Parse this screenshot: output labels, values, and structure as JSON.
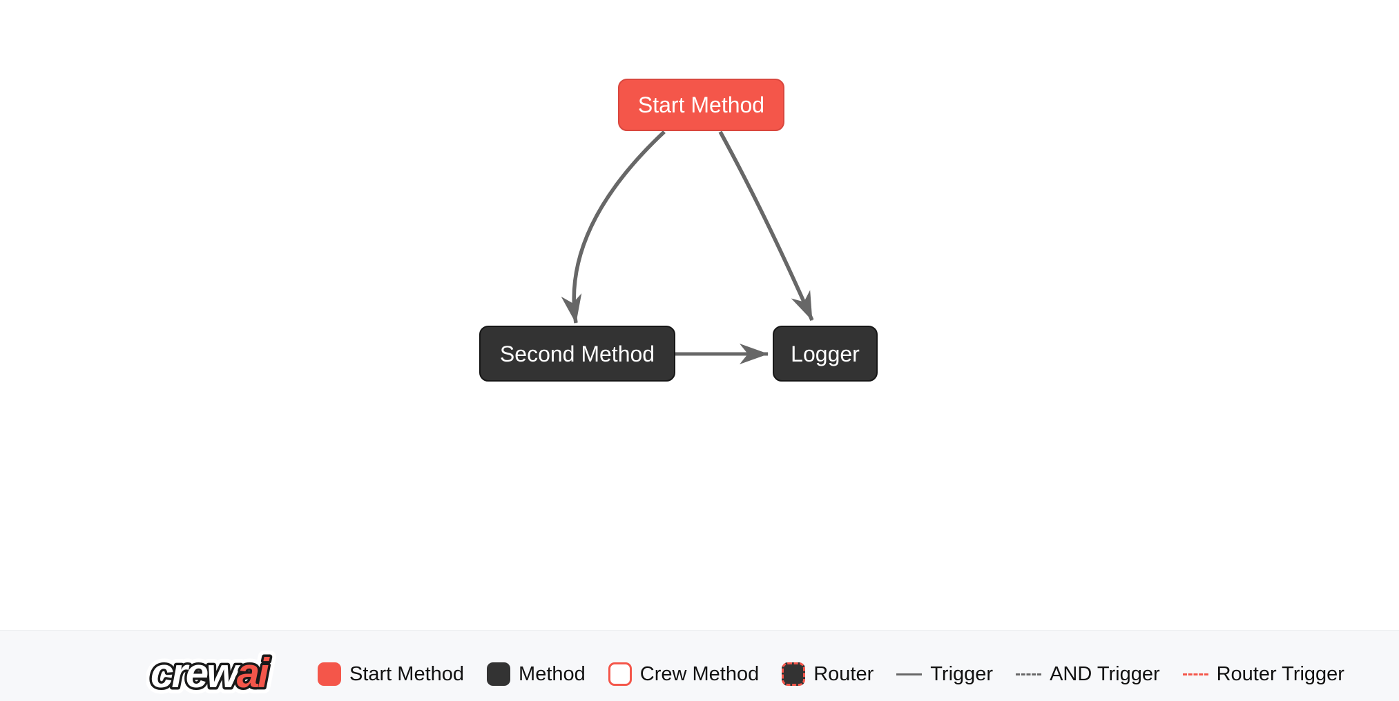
{
  "diagram": {
    "nodes": [
      {
        "id": "start_method",
        "label": "Start Method",
        "type": "start"
      },
      {
        "id": "second_method",
        "label": "Second Method",
        "type": "method"
      },
      {
        "id": "logger",
        "label": "Logger",
        "type": "method"
      }
    ],
    "edges": [
      {
        "from": "Start Method",
        "to": "Second Method",
        "type": "trigger"
      },
      {
        "from": "Start Method",
        "to": "Logger",
        "type": "trigger"
      },
      {
        "from": "Second Method",
        "to": "Logger",
        "type": "trigger"
      }
    ]
  },
  "legend": {
    "logo": {
      "text_primary": "crew",
      "text_accent": "ai"
    },
    "items": [
      {
        "label": "Start Method",
        "swatch": "start-node-swatch"
      },
      {
        "label": "Method",
        "swatch": "method-node-swatch"
      },
      {
        "label": "Crew Method",
        "swatch": "crew-method-swatch"
      },
      {
        "label": "Router",
        "swatch": "router-node-swatch"
      },
      {
        "label": "Trigger",
        "swatch": "trigger-line"
      },
      {
        "label": "AND Trigger",
        "swatch": "and-trigger-line"
      },
      {
        "label": "Router Trigger",
        "swatch": "router-trigger-line"
      }
    ]
  },
  "colors": {
    "start_node": "#f4564a",
    "start_node_border": "#d9473e",
    "method_node": "#333333",
    "method_node_border": "#161616",
    "edge": "#676767",
    "legend_background": "#f7f8fa",
    "accent": "#f4564a",
    "node_text": "#ffffff",
    "legend_text": "#111111"
  }
}
